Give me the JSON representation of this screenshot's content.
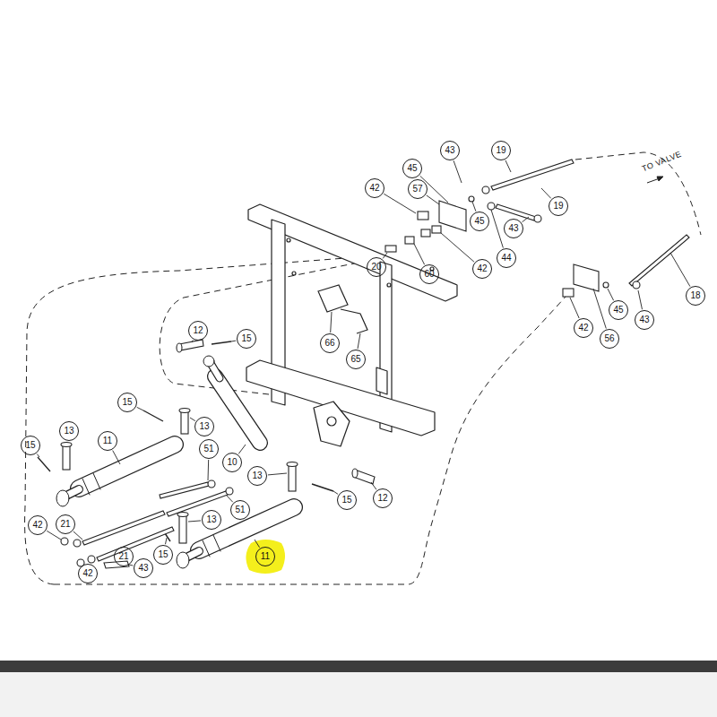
{
  "diagram": {
    "nodes": [
      {
        "text": [
          "43"
        ]
      },
      {
        "text": [
          "19"
        ]
      },
      {
        "text": [
          "45"
        ]
      },
      {
        "text": [
          "42"
        ]
      },
      {
        "text": [
          "57"
        ]
      },
      {
        "text": [
          "19"
        ]
      },
      {
        "text": [
          "45"
        ]
      },
      {
        "text": [
          "43"
        ]
      },
      {
        "text": [
          "44"
        ]
      },
      {
        "text": [
          "20"
        ]
      },
      {
        "text": [
          "42"
        ]
      },
      {
        "text": [
          "60"
        ]
      },
      {
        "text": [
          "18"
        ]
      },
      {
        "text": [
          "45"
        ]
      },
      {
        "text": [
          "43"
        ]
      },
      {
        "text": [
          "42"
        ]
      },
      {
        "text": [
          "12"
        ]
      },
      {
        "text": [
          "15"
        ]
      },
      {
        "text": [
          "56"
        ]
      },
      {
        "text": [
          "66"
        ]
      },
      {
        "text": [
          "65"
        ]
      },
      {
        "text": [
          "15"
        ]
      },
      {
        "text": [
          "13"
        ]
      },
      {
        "text": [
          "13"
        ]
      },
      {
        "text": [
          "11"
        ]
      },
      {
        "text": [
          "15"
        ]
      },
      {
        "text": [
          "51"
        ]
      },
      {
        "text": [
          "10"
        ]
      },
      {
        "text": [
          "13"
        ]
      },
      {
        "text": [
          "12"
        ]
      },
      {
        "text": [
          "15"
        ]
      },
      {
        "text": [
          "51"
        ]
      },
      {
        "text": [
          "13"
        ]
      },
      {
        "text": [
          "21"
        ]
      },
      {
        "text": [
          "42"
        ]
      },
      {
        "text": [
          "15"
        ]
      },
      {
        "text": [
          "21"
        ]
      },
      {
        "text": [
          "11"
        ]
      },
      {
        "text": [
          "43"
        ]
      },
      {
        "text": [
          "42"
        ]
      }
    ],
    "labels": [
      "TO VALVE"
    ]
  }
}
